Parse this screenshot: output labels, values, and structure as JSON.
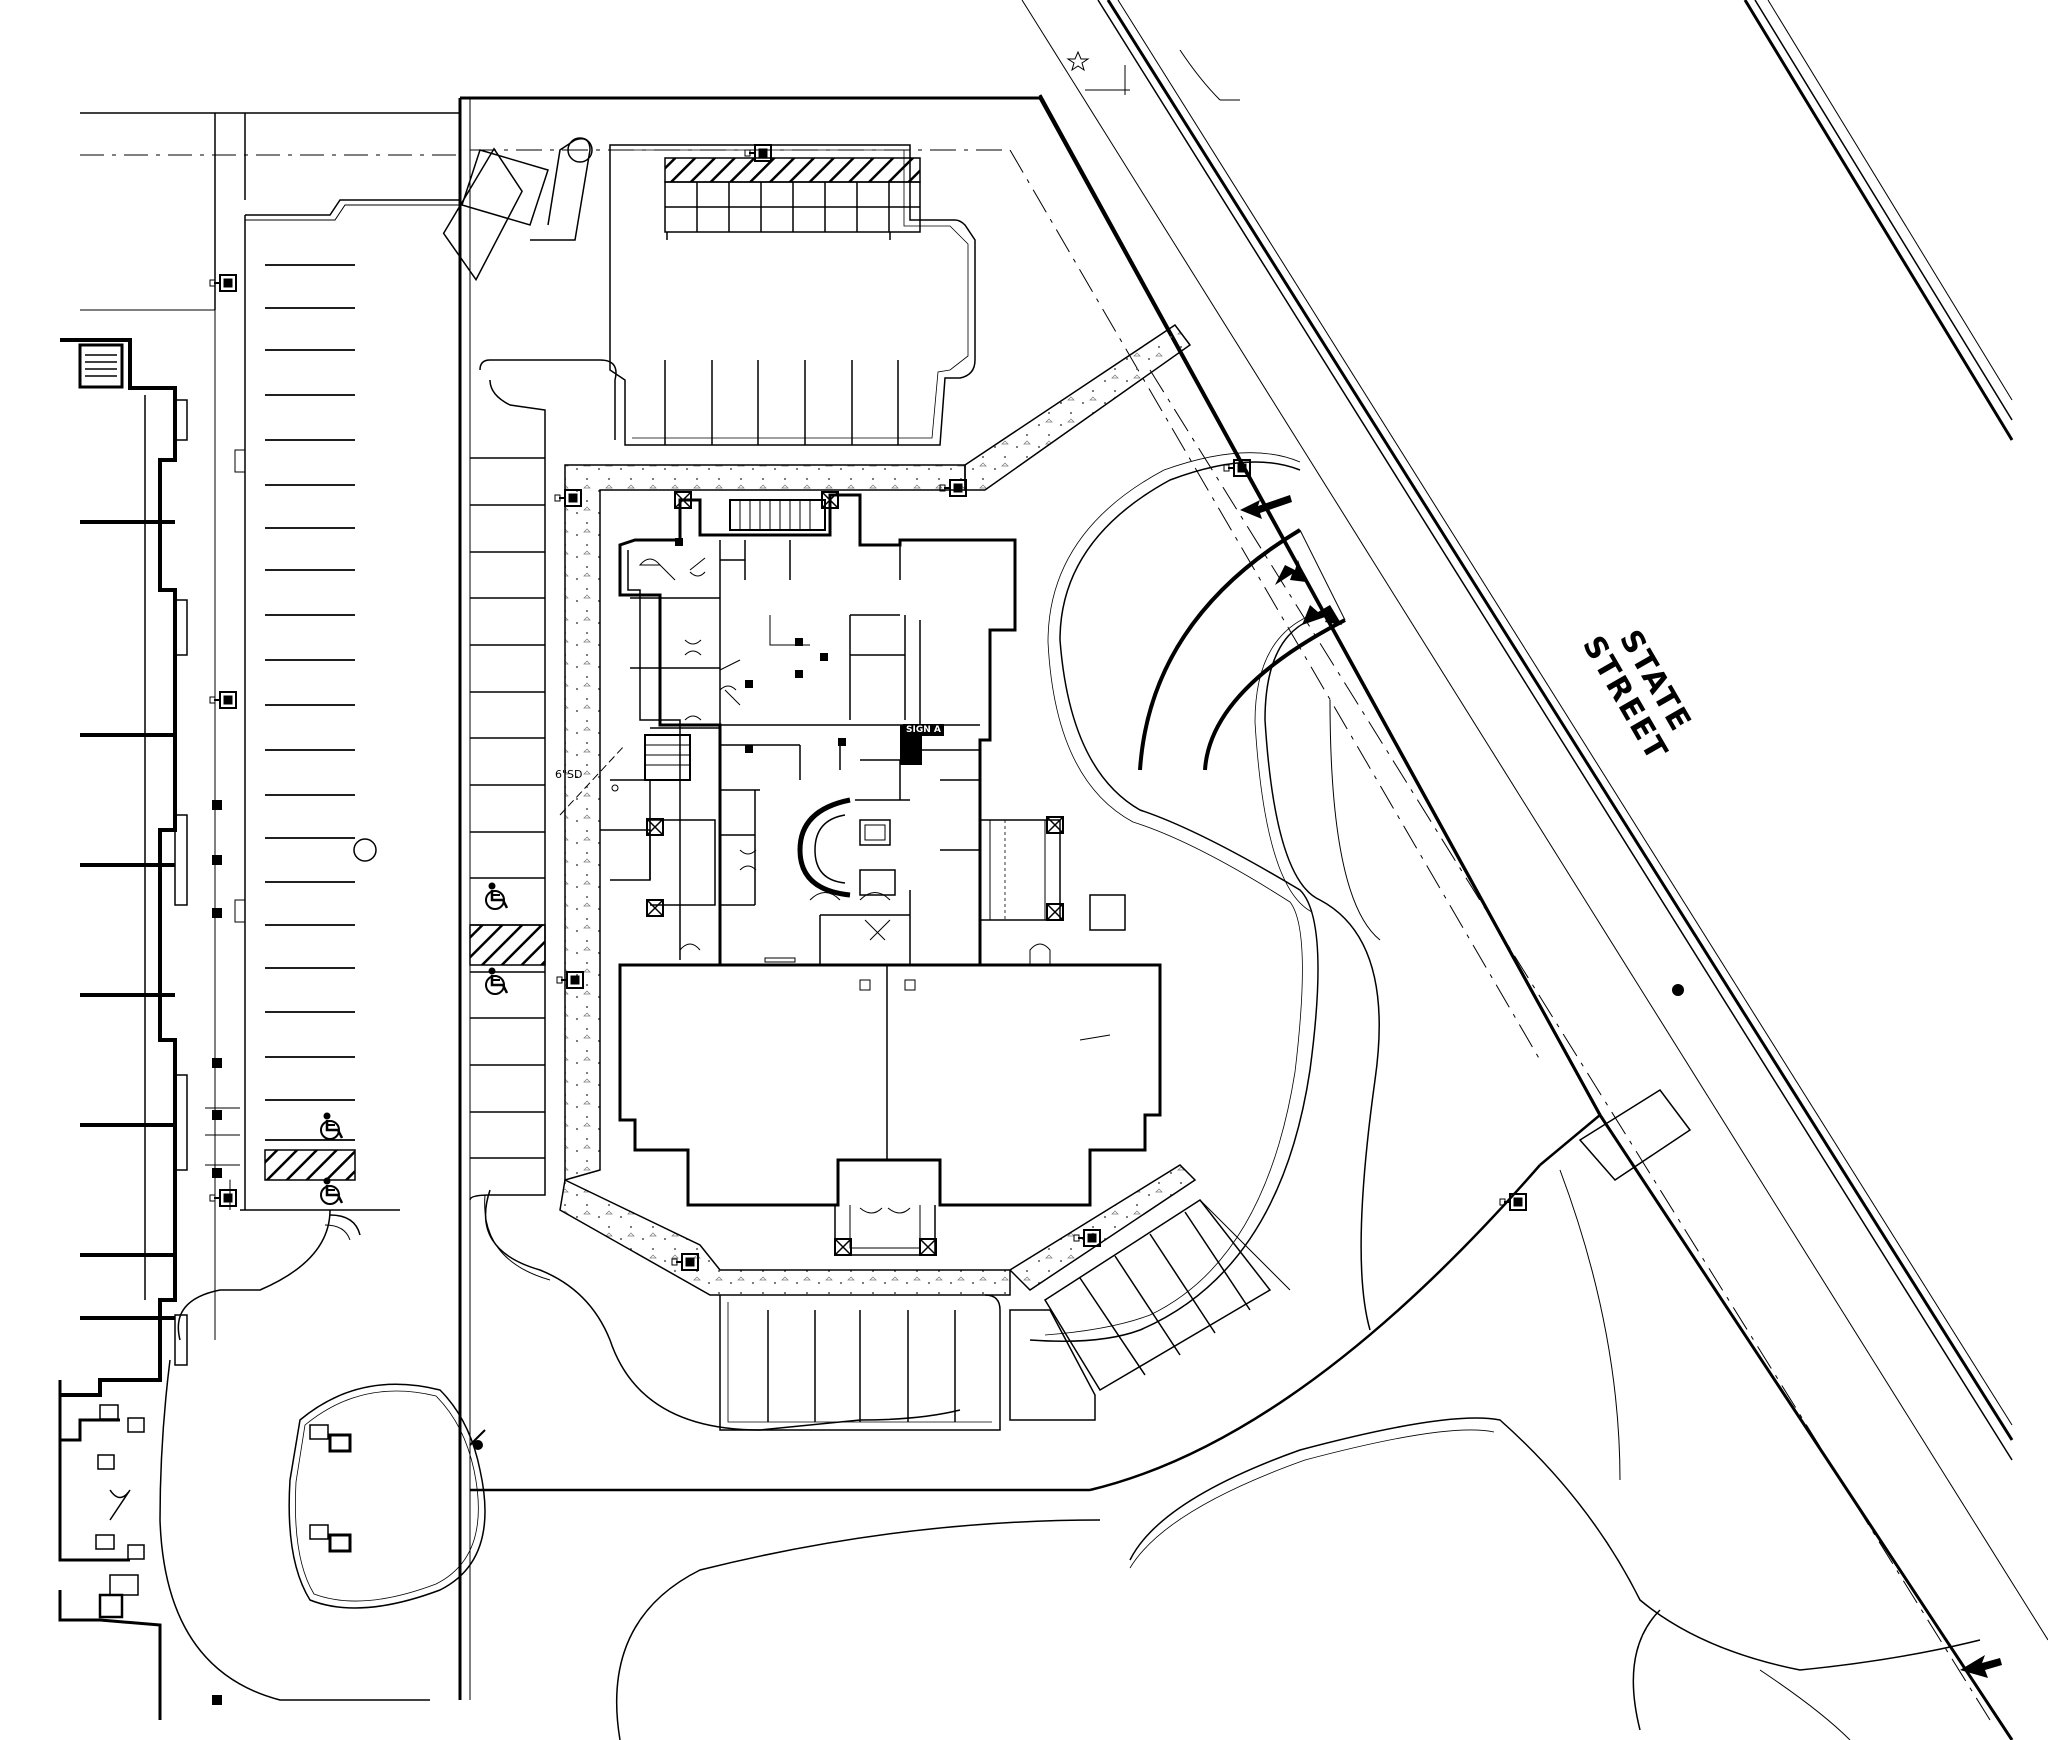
{
  "drawing": {
    "type": "site-plan",
    "street_label": "STATE STREET",
    "dimension_label": "6\"SD",
    "sign_label": "SIGN A"
  },
  "colors": {
    "ink": "#000000",
    "paper": "#ffffff",
    "hatch": "#000000"
  },
  "icons": {
    "accessible": "accessible-parking-icon",
    "light_pole": "light-pole-icon",
    "arrow": "traffic-arrow-icon",
    "north": "north-star-icon"
  }
}
